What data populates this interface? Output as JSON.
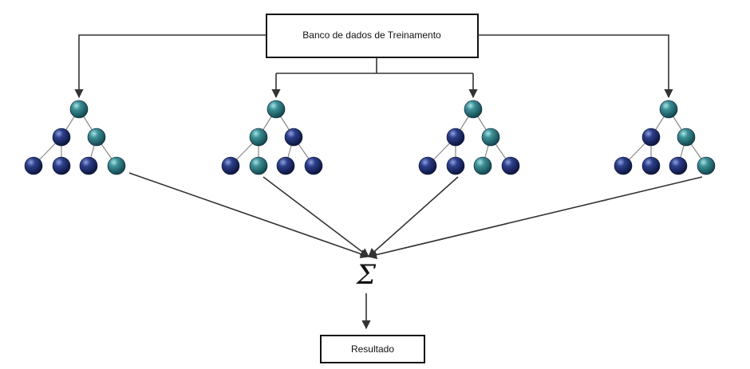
{
  "diagram": {
    "training_box_label": "Banco de dados de Treinamento",
    "aggregator_symbol": "Σ",
    "result_box_label": "Resultado"
  },
  "colors": {
    "node_dark": "#1e2e6e",
    "node_teal": "#2f7f86",
    "line": "#333333",
    "box_border": "#111111"
  },
  "trees": [
    {
      "name": "tree-1",
      "leaf_colors": [
        "dark",
        "dark",
        "dark",
        "teal"
      ],
      "mid_colors": [
        "dark",
        "teal"
      ]
    },
    {
      "name": "tree-2",
      "leaf_colors": [
        "dark",
        "teal",
        "dark",
        "dark"
      ],
      "mid_colors": [
        "teal",
        "dark"
      ]
    },
    {
      "name": "tree-3",
      "leaf_colors": [
        "dark",
        "dark",
        "teal",
        "dark"
      ],
      "mid_colors": [
        "dark",
        "teal"
      ]
    },
    {
      "name": "tree-4",
      "leaf_colors": [
        "dark",
        "dark",
        "dark",
        "teal"
      ],
      "mid_colors": [
        "dark",
        "teal"
      ]
    }
  ]
}
